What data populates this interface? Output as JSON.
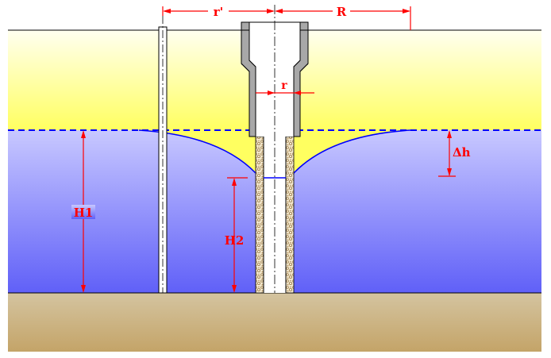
{
  "diagram": {
    "labels": {
      "r_prime": "r'",
      "R": "R",
      "r": "r",
      "delta_h": "Δh",
      "H1": "H1",
      "H2": "H2"
    },
    "colors": {
      "unsaturated_top": "#fffff0",
      "unsaturated_bottom": "#ffff60",
      "saturated_top": "#c8c8ff",
      "saturated_bottom": "#6060f8",
      "ground_top": "#d4c4a0",
      "ground_bottom": "#c4a468",
      "casing": "#a8a8a8",
      "water_table": "#0000ff",
      "dimensions": "#ff0000"
    }
  }
}
